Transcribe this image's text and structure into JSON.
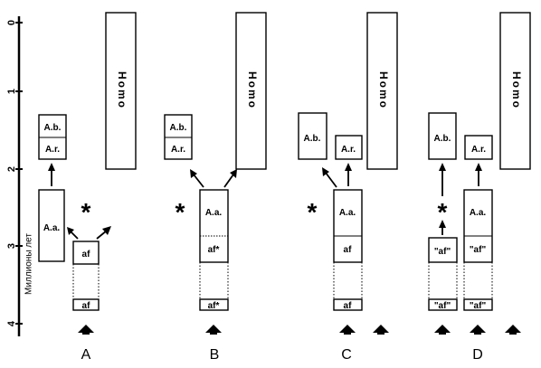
{
  "axis": {
    "label": "Миллионы лет",
    "ticks": [
      "0",
      "1",
      "2",
      "3",
      "4"
    ]
  },
  "panels": [
    {
      "name": "A",
      "boxes": [
        {
          "label": "A.a."
        },
        {
          "label": "A.r."
        },
        {
          "label": "A.b."
        },
        {
          "label": "af"
        },
        {
          "label": "af"
        },
        {
          "label": "Homo"
        }
      ],
      "asterisk": "*"
    },
    {
      "name": "B",
      "boxes": [
        {
          "label": "A.b."
        },
        {
          "label": "A.r."
        },
        {
          "label": "A.a."
        },
        {
          "label": "af*"
        },
        {
          "label": "af*"
        },
        {
          "label": "Homo"
        }
      ],
      "asterisk": "*"
    },
    {
      "name": "C",
      "boxes": [
        {
          "label": "A.b."
        },
        {
          "label": "A.r."
        },
        {
          "label": "A.a."
        },
        {
          "label": "af"
        },
        {
          "label": "af"
        },
        {
          "label": "Homo"
        }
      ],
      "asterisk": "*"
    },
    {
      "name": "D",
      "boxes": [
        {
          "label": "A.b."
        },
        {
          "label": "\"af\""
        },
        {
          "label": "\"af\""
        },
        {
          "label": "A.r."
        },
        {
          "label": "A.a."
        },
        {
          "label": "\"af\""
        },
        {
          "label": "\"af\""
        },
        {
          "label": "Homo"
        }
      ],
      "asterisk": "*"
    }
  ]
}
